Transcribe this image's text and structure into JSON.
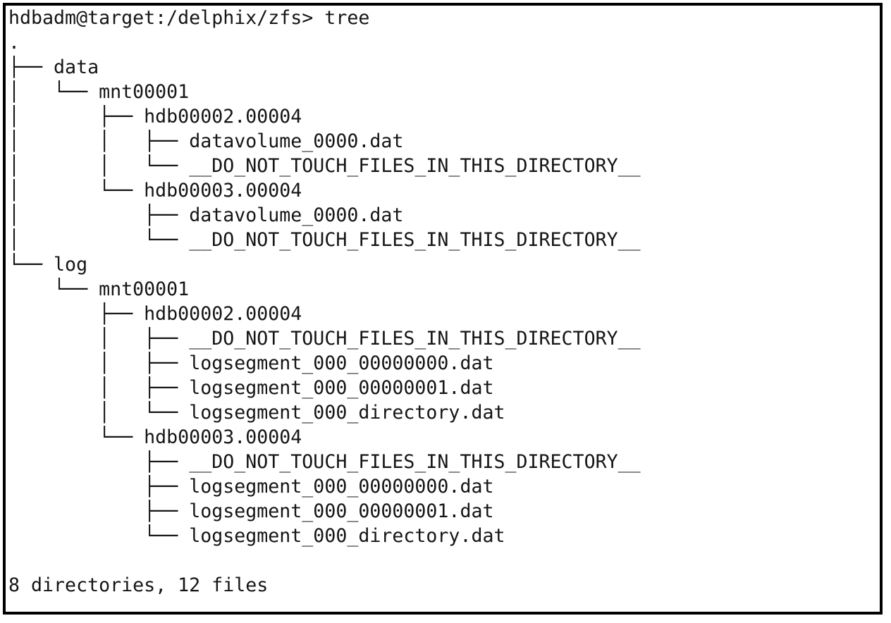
{
  "terminal": {
    "prompt": "hdbadm@target:/delphix/zfs>",
    "command": " tree",
    "prompt_line": "hdbadm@target:/delphix/zfs> tree",
    "root": ".",
    "summary": "8 directories, 12 files",
    "colors": {
      "background": "#ffffff",
      "foreground": "#151515",
      "border": "#000000"
    },
    "glyphs": {
      "tee": "├── ",
      "elbow": "└── ",
      "pipe": "│   ",
      "space": "    "
    },
    "tree_lines": [
      {
        "prefix": "",
        "name": ".",
        "type": "root"
      },
      {
        "prefix": "├── ",
        "name": "data",
        "type": "dir"
      },
      {
        "prefix": "│   └── ",
        "name": "mnt00001",
        "type": "dir"
      },
      {
        "prefix": "│       ├── ",
        "name": "hdb00002.00004",
        "type": "dir"
      },
      {
        "prefix": "│       │   ├── ",
        "name": "datavolume_0000.dat",
        "type": "file"
      },
      {
        "prefix": "│       │   └── ",
        "name": "__DO_NOT_TOUCH_FILES_IN_THIS_DIRECTORY__",
        "type": "file"
      },
      {
        "prefix": "│       └── ",
        "name": "hdb00003.00004",
        "type": "dir"
      },
      {
        "prefix": "│           ├── ",
        "name": "datavolume_0000.dat",
        "type": "file"
      },
      {
        "prefix": "│           └── ",
        "name": "__DO_NOT_TOUCH_FILES_IN_THIS_DIRECTORY__",
        "type": "file"
      },
      {
        "prefix": "└── ",
        "name": "log",
        "type": "dir"
      },
      {
        "prefix": "    └── ",
        "name": "mnt00001",
        "type": "dir"
      },
      {
        "prefix": "        ├── ",
        "name": "hdb00002.00004",
        "type": "dir"
      },
      {
        "prefix": "        │   ├── ",
        "name": "__DO_NOT_TOUCH_FILES_IN_THIS_DIRECTORY__",
        "type": "file"
      },
      {
        "prefix": "        │   ├── ",
        "name": "logsegment_000_00000000.dat",
        "type": "file"
      },
      {
        "prefix": "        │   ├── ",
        "name": "logsegment_000_00000001.dat",
        "type": "file"
      },
      {
        "prefix": "        │   └── ",
        "name": "logsegment_000_directory.dat",
        "type": "file"
      },
      {
        "prefix": "        └── ",
        "name": "hdb00003.00004",
        "type": "dir"
      },
      {
        "prefix": "            ├── ",
        "name": "__DO_NOT_TOUCH_FILES_IN_THIS_DIRECTORY__",
        "type": "file"
      },
      {
        "prefix": "            ├── ",
        "name": "logsegment_000_00000000.dat",
        "type": "file"
      },
      {
        "prefix": "            ├── ",
        "name": "logsegment_000_00000001.dat",
        "type": "file"
      },
      {
        "prefix": "            └── ",
        "name": "logsegment_000_directory.dat",
        "type": "file"
      }
    ]
  }
}
